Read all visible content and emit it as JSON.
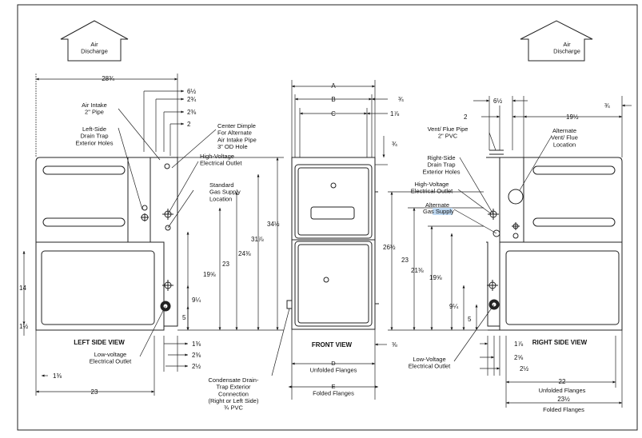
{
  "air_discharge": "Air\nDischarge",
  "views": {
    "left": "LEFT SIDE VIEW",
    "front": "FRONT VIEW",
    "right": "RIGHT SIDE VIEW"
  },
  "left_labels": {
    "air_intake": "Air Intake\n2\" Pipe",
    "drain_trap": "Left-Side\nDrain Trap\nExterior Holes",
    "center_dimple": "Center Dimple\nFor Alternate\nAir Intake Pipe\n3\" OD Hole",
    "high_voltage": "High-Voltage\nElectrical Outlet",
    "gas_supply": "Standard\nGas Supply\nLocation",
    "low_voltage": "Low-voltage\nElectrical Outlet"
  },
  "front_labels": {
    "condensate": "Condensate Drain-\nTrap Exterior\nConnection\n(Right or Left Side)\n¾ PVC",
    "unfolded": "D\nUnfolded Flanges",
    "folded": "E\nFolded Flanges"
  },
  "right_labels": {
    "vent": "Vent/ Flue Pipe\n2\" PVC",
    "alt_vent": "Alternate\nVent/ Flue\nLocation",
    "drain_trap": "Right-Side\nDrain Trap\nExterior Holes",
    "high_voltage": "High-Voltage\nElectrical Outlet",
    "alt_gas_1": "Alternate",
    "alt_gas_2": "Gas ",
    "alt_gas_3": "Supply",
    "low_voltage": "Low-Voltage\nElectrical Outlet",
    "unfolded": "Unfolded Flanges",
    "folded": "Folded Flanges"
  },
  "dims": {
    "l_width": "28¾",
    "l_6half": "6½",
    "l_2_3_4": "2¾",
    "l_2_3_8": "2⅜",
    "l_2": "2",
    "l_14": "14",
    "l_1half": "1½",
    "l_1_3_8": "1⅜",
    "l_23": "23",
    "l_19_5_8": "19⅝",
    "l_23b": "23",
    "l_9_1_4": "9¼",
    "l_5": "5",
    "l_24_3_8": "24⅜",
    "l_31_7_8": "31⅞",
    "l_34half": "34½",
    "l_b1_3_8": "1⅜",
    "l_b2_3_8": "2⅜",
    "l_b2half": "2½",
    "f_A": "A",
    "f_B": "B",
    "f_C": "C",
    "f_3_4a": "¾",
    "f_1_7_8": "1⅞",
    "f_3_4b": "¾",
    "f_3_8": "⅜",
    "r_6half": "6½",
    "r_2": "2",
    "r_19half": "19½",
    "r_3_4": "¾",
    "r_26half": "26½",
    "r_23": "23",
    "r_21_3_8": "21⅜",
    "r_19_5_8": "19⅝",
    "r_9_1_4": "9¼",
    "r_5": "5",
    "r_1_7_8": "1⅞",
    "r_2_5_8": "2⅝",
    "r_2half": "2½",
    "r_22": "22",
    "r_23half": "23½"
  }
}
